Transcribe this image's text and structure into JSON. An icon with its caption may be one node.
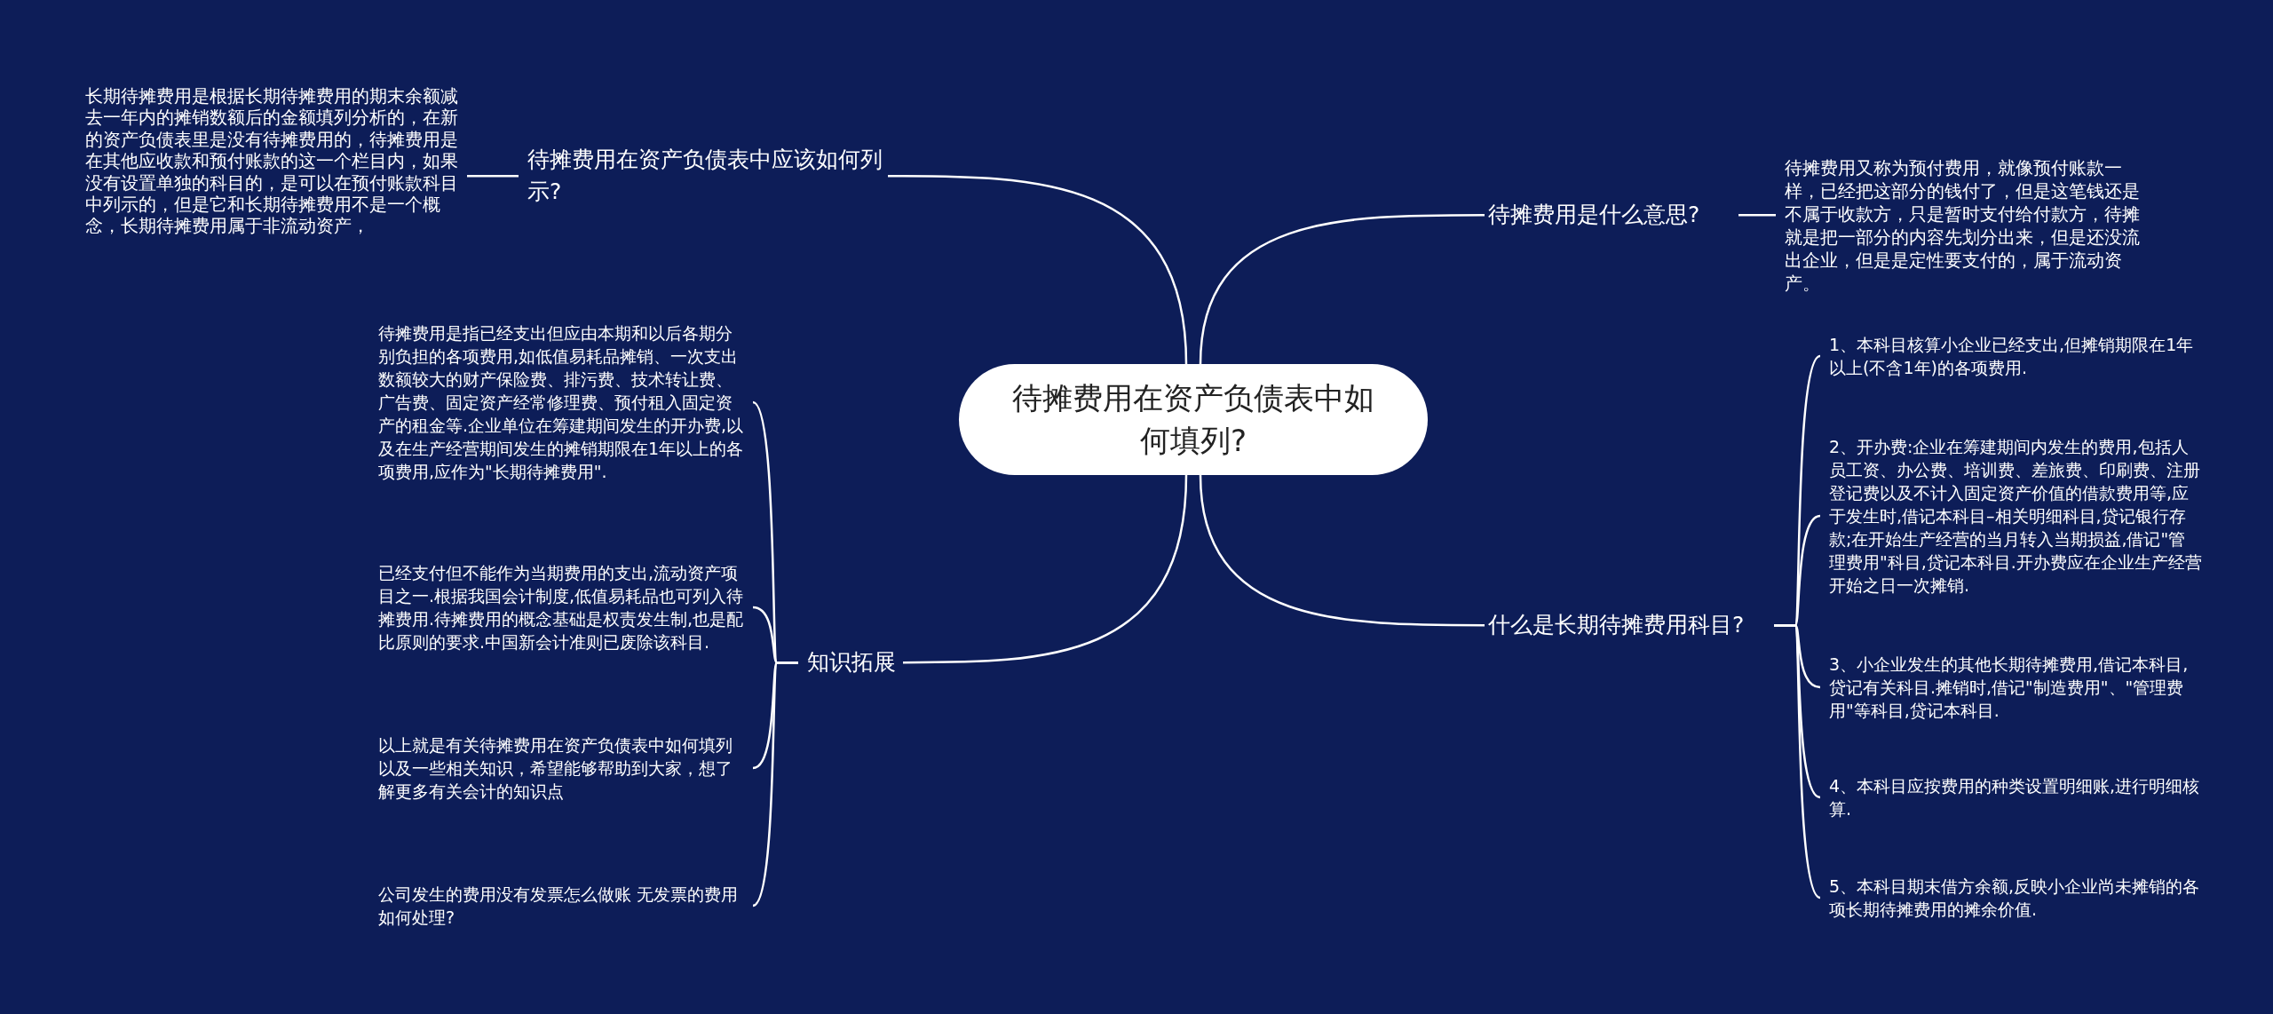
{
  "diagram": {
    "nodes": [
      {
        "text": [
          "待摊费用在资产负债表中如何填列?"
        ]
      },
      {
        "text": [
          "待摊费用在资产负债表中应该如何列示?"
        ]
      },
      {
        "text": [
          "长期待摊费用是根据长期待摊费用的期末余额减去一年内的摊销数额后的金额填列分析的，在新的资产负债表里是没有待摊费用的，待摊费用是在其他应收款和预付账款的这一个栏目内，如果没有设置单独的科目的，是可以在预付账款科目中列示的，但是它和长期待摊费用不是一个概念，长期待摊费用属于非流动资产，"
        ]
      },
      {
        "text": [
          "待摊费用是什么意思?"
        ]
      },
      {
        "text": [
          "待摊费用又称为预付费用，就像预付账款一样，已经把这部分的钱付了，但是这笔钱还是不属于收款方，只是暂时支付给付款方，待摊就是把一部分的内容先划分出来，但是还没流出企业，但是是定性要支付的，属于流动资产。"
        ]
      },
      {
        "text": [
          "什么是长期待摊费用科目?"
        ]
      },
      {
        "text": [
          "1、本科目核算小企业已经支出,但摊销期限在1年以上(不含1年)的各项费用."
        ]
      },
      {
        "text": [
          "2、开办费:企业在筹建期间内发生的费用,包括人员工资、办公费、培训费、差旅费、印刷费、注册登记费以及不计入固定资产价值的借款费用等,应于发生时,借记本科目–相关明细科目,贷记银行存款;在开始生产经营的当月转入当期损益,借记\"管理费用\"科目,贷记本科目.开办费应在企业生产经营开始之日一次摊销."
        ]
      },
      {
        "text": [
          "3、小企业发生的其他长期待摊费用,借记本科目,贷记有关科目.摊销时,借记\"制造费用\"、\"管理费用\"等科目,贷记本科目."
        ]
      },
      {
        "text": [
          "4、本科目应按费用的种类设置明细账,进行明细核算."
        ]
      },
      {
        "text": [
          "5、本科目期末借方余额,反映小企业尚未摊销的各项长期待摊费用的摊余价值."
        ]
      },
      {
        "text": [
          "知识拓展"
        ]
      },
      {
        "text": [
          "待摊费用是指已经支出但应由本期和以后各期分别负担的各项费用,如低值易耗品摊销、一次支出数额较大的财产保险费、排污费、技术转让费、广告费、固定资产经常修理费、预付租入固定资产的租金等.企业单位在筹建期间发生的开办费,以及在生产经营期间发生的摊销期限在1年以上的各项费用,应作为\"长期待摊费用\"."
        ]
      },
      {
        "text": [
          "已经支付但不能作为当期费用的支出,流动资产项目之一.根据我国会计制度,低值易耗品也可列入待摊费用.待摊费用的概念基础是权责发生制,也是配比原则的要求.中国新会计准则已废除该科目."
        ]
      },
      {
        "text": [
          "以上就是有关待摊费用在资产负债表中如何填列以及一些相关知识，希望能够帮助到大家，想了解更多有关会计的知识点"
        ]
      },
      {
        "text": [
          "公司发生的费用没有发票怎么做账 无发票的费用如何处理?"
        ]
      }
    ],
    "edges": [
      {
        "from": 0,
        "to": 1,
        "arrow": "none"
      },
      {
        "from": 1,
        "to": 2,
        "arrow": "none"
      },
      {
        "from": 0,
        "to": 3,
        "arrow": "none"
      },
      {
        "from": 3,
        "to": 4,
        "arrow": "none"
      },
      {
        "from": 0,
        "to": 5,
        "arrow": "none"
      },
      {
        "from": 5,
        "to": 6,
        "arrow": "none"
      },
      {
        "from": 5,
        "to": 7,
        "arrow": "none"
      },
      {
        "from": 5,
        "to": 8,
        "arrow": "none"
      },
      {
        "from": 5,
        "to": 9,
        "arrow": "none"
      },
      {
        "from": 5,
        "to": 10,
        "arrow": "none"
      },
      {
        "from": 0,
        "to": 11,
        "arrow": "none"
      },
      {
        "from": 11,
        "to": 12,
        "arrow": "none"
      },
      {
        "from": 11,
        "to": 13,
        "arrow": "none"
      },
      {
        "from": 11,
        "to": 14,
        "arrow": "none"
      },
      {
        "from": 11,
        "to": 15,
        "arrow": "none"
      }
    ]
  }
}
